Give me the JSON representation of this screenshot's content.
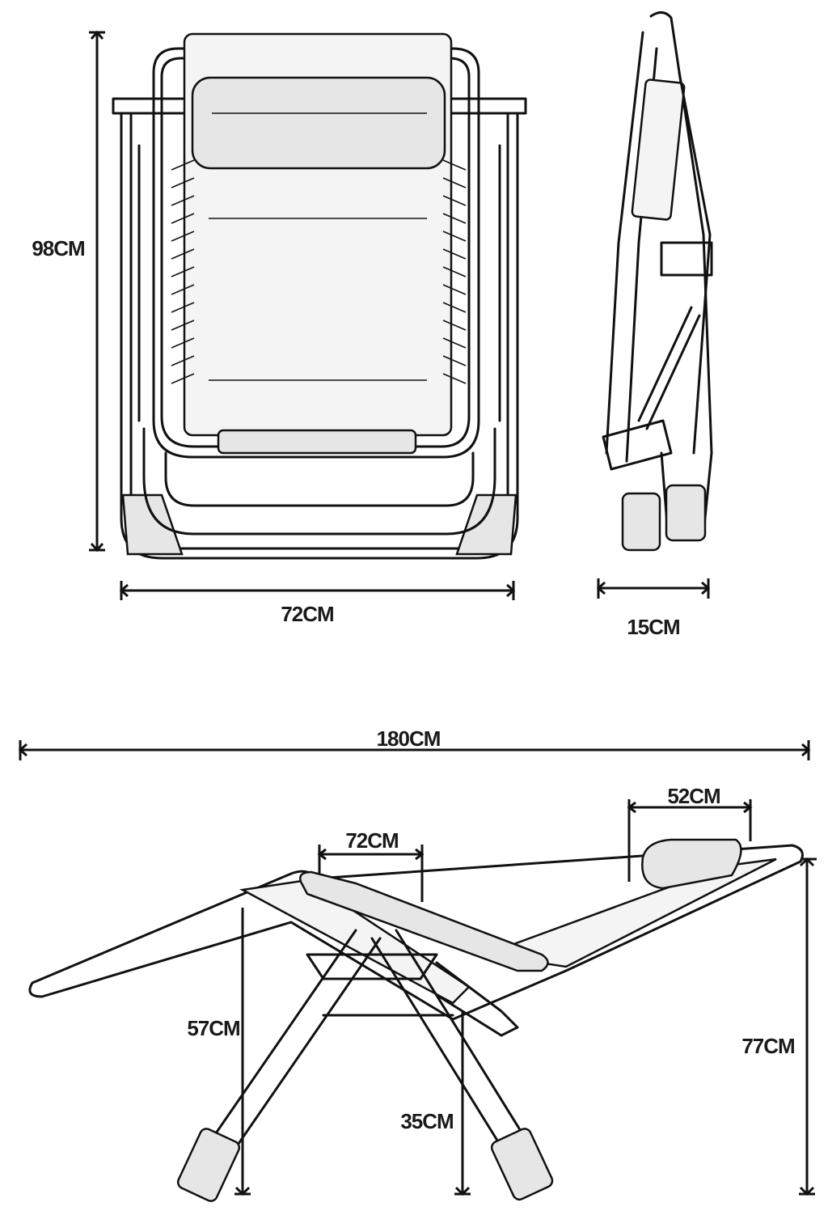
{
  "dimensions": {
    "front_height": "98CM",
    "front_width": "72CM",
    "folded_depth": "15CM",
    "total_length": "180CM",
    "armrest_length": "72CM",
    "headrest_width": "52CM",
    "armrest_height": "57CM",
    "seat_height": "35CM",
    "total_height": "77CM"
  }
}
